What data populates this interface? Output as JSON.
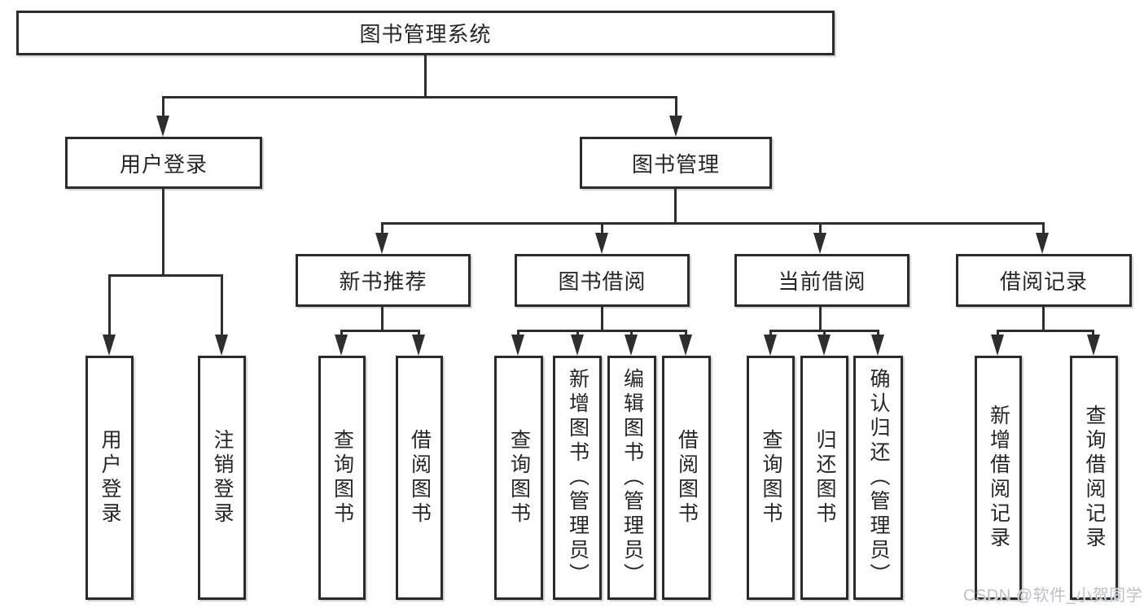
{
  "colors": {
    "line": "#2e2e2e",
    "border": "#2b2b2b",
    "text": "#262626",
    "watermark": "#bdc1c6",
    "box_background": "#ffffff"
  },
  "watermark": {
    "text": "CSDN @软件_小贺同学"
  },
  "tree": {
    "root": {
      "label": "图书管理系统"
    },
    "branches": [
      {
        "label": "用户登录",
        "children": [
          {
            "label": "用户登录"
          },
          {
            "label": "注销登录"
          }
        ]
      },
      {
        "label": "图书管理",
        "children": [
          {
            "label": "新书推荐",
            "children": [
              {
                "label": "查询图书"
              },
              {
                "label": "借阅图书"
              }
            ]
          },
          {
            "label": "图书借阅",
            "children": [
              {
                "label": "查询图书"
              },
              {
                "label": "新增图书（管理员）"
              },
              {
                "label": "编辑图书（管理员）"
              },
              {
                "label": "借阅图书"
              }
            ]
          },
          {
            "label": "当前借阅",
            "children": [
              {
                "label": "查询图书"
              },
              {
                "label": "归还图书"
              },
              {
                "label": "确认归还（管理员）"
              }
            ]
          },
          {
            "label": "借阅记录",
            "children": [
              {
                "label": "新增借阅记录"
              },
              {
                "label": "查询借阅记录"
              }
            ]
          }
        ]
      }
    ]
  }
}
